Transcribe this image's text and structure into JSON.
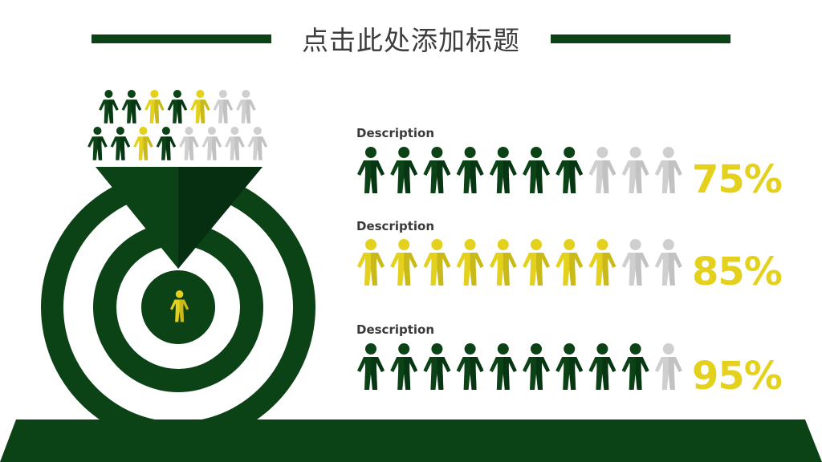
{
  "title": "点击此处添加标题",
  "colors": {
    "dark_green": "#0b4216",
    "funnel_dark": "#062e10",
    "yellow": "#e3d11e",
    "yellow_shade": "#b5a818",
    "gray": "#cfcfcf",
    "gray_shade": "#b8b8b8",
    "title_text": "#3d3d3d"
  },
  "icons": {
    "person": "person-icon",
    "funnel": "funnel-icon",
    "target": "target-icon"
  },
  "rows": [
    {
      "label": "Description",
      "percent_text": "75%",
      "value": 75,
      "icons": [
        "dark",
        "dark",
        "dark",
        "dark",
        "dark",
        "dark",
        "dark",
        "gray",
        "gray",
        "gray"
      ]
    },
    {
      "label": "Description",
      "percent_text": "85%",
      "value": 85,
      "icons": [
        "yellow",
        "yellow",
        "yellow",
        "yellow",
        "yellow",
        "yellow",
        "yellow",
        "yellow",
        "gray",
        "gray"
      ]
    },
    {
      "label": "Description",
      "percent_text": "95%",
      "value": 95,
      "icons": [
        "dark",
        "dark",
        "dark",
        "dark",
        "dark",
        "dark",
        "dark",
        "dark",
        "dark",
        "gray"
      ]
    }
  ],
  "funnel_people": {
    "row1": [
      "dark",
      "dark",
      "yellow",
      "dark",
      "yellow",
      "gray",
      "gray"
    ],
    "row2": [
      "dark",
      "dark",
      "yellow",
      "dark",
      "gray",
      "gray",
      "gray",
      "gray"
    ]
  },
  "center_person": "yellow"
}
